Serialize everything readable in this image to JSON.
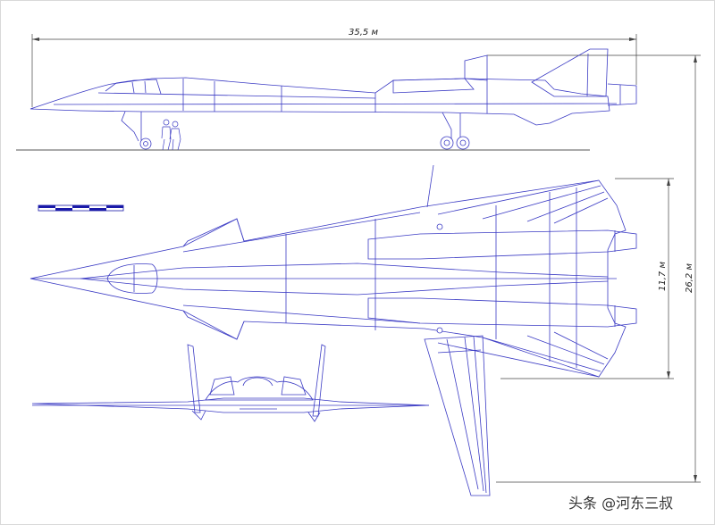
{
  "dimensions": {
    "length": "35,5 м",
    "span_inner": "11,7 м",
    "span_outer": "26,2 м"
  },
  "watermark": "头条 @河东三叔",
  "colors": {
    "line": "#3b3bc4",
    "dim": "#444444",
    "ground": "#555555",
    "scale_dark": "#1a1aa8"
  }
}
